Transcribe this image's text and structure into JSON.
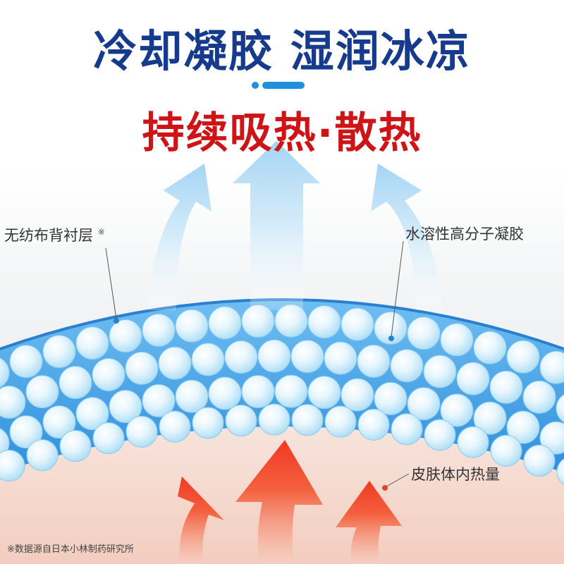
{
  "headline": {
    "primary": "冷却凝胶 湿润冰凉",
    "secondary": "持续吸热·散热"
  },
  "labels": {
    "backing": "无纺布背衬层",
    "backing_mark": "※",
    "gel": "水溶性高分子凝胶",
    "body_heat": "皮肤体内热量"
  },
  "footnote": "※数据源自日本小林制药研究所",
  "colors": {
    "headline_primary": "#163b8c",
    "headline_secondary": "#cf1418",
    "gel_band": "#4aa6ea",
    "skin": "#f6d8cc",
    "heat_arrow": "#f2442a",
    "cool_arrow": "#bfe1f7"
  }
}
